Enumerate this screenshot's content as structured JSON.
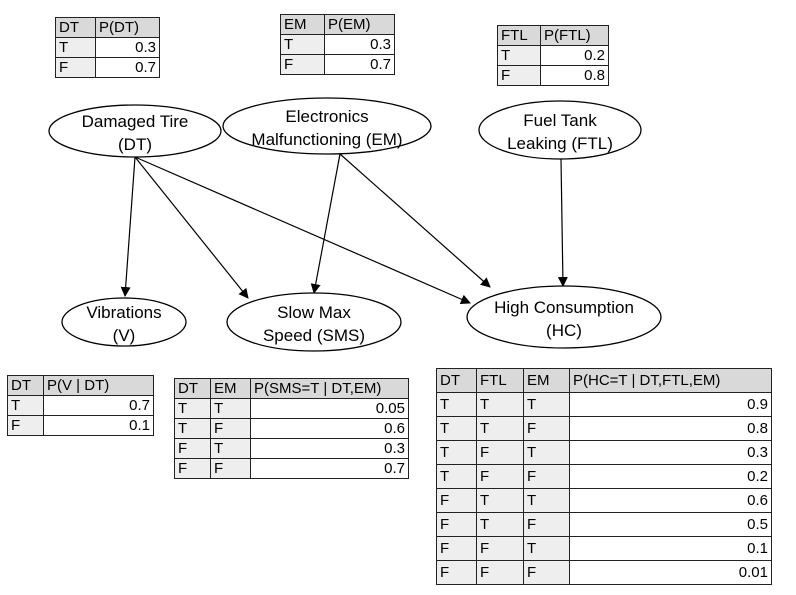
{
  "nodes": {
    "dt": {
      "line1": "Damaged Tire",
      "line2": "(DT)"
    },
    "em": {
      "line1": "Electronics",
      "line2": "Malfunctioning (EM)"
    },
    "ftl": {
      "line1": "Fuel Tank",
      "line2": "Leaking (FTL)"
    },
    "v": {
      "line1": "Vibrations",
      "line2": "(V)"
    },
    "sms": {
      "line1": "Slow Max",
      "line2": "Speed (SMS)"
    },
    "hc": {
      "line1": "High Consumption",
      "line2": "(HC)"
    }
  },
  "edges": [
    {
      "from": "dt",
      "to": "v"
    },
    {
      "from": "dt",
      "to": "sms"
    },
    {
      "from": "dt",
      "to": "hc"
    },
    {
      "from": "em",
      "to": "sms"
    },
    {
      "from": "em",
      "to": "hc"
    },
    {
      "from": "ftl",
      "to": "hc"
    }
  ],
  "tables": {
    "dt": {
      "headers": [
        "DT",
        "P(DT)"
      ],
      "rows": [
        [
          "T",
          "0.3"
        ],
        [
          "F",
          "0.7"
        ]
      ]
    },
    "em": {
      "headers": [
        "EM",
        "P(EM)"
      ],
      "rows": [
        [
          "T",
          "0.3"
        ],
        [
          "F",
          "0.7"
        ]
      ]
    },
    "ftl": {
      "headers": [
        "FTL",
        "P(FTL)"
      ],
      "rows": [
        [
          "T",
          "0.2"
        ],
        [
          "F",
          "0.8"
        ]
      ]
    },
    "v": {
      "headers": [
        "DT",
        "P(V | DT)"
      ],
      "rows": [
        [
          "T",
          "0.7"
        ],
        [
          "F",
          "0.1"
        ]
      ]
    },
    "sms": {
      "headers": [
        "DT",
        "EM",
        "P(SMS=T | DT,EM)"
      ],
      "rows": [
        [
          "T",
          "T",
          "0.05"
        ],
        [
          "T",
          "F",
          "0.6"
        ],
        [
          "F",
          "T",
          "0.3"
        ],
        [
          "F",
          "F",
          "0.7"
        ]
      ]
    },
    "hc": {
      "headers": [
        "DT",
        "FTL",
        "EM",
        "P(HC=T | DT,FTL,EM)"
      ],
      "rows": [
        [
          "T",
          "T",
          "T",
          "0.9"
        ],
        [
          "T",
          "T",
          "F",
          "0.8"
        ],
        [
          "T",
          "F",
          "T",
          "0.3"
        ],
        [
          "T",
          "F",
          "F",
          "0.2"
        ],
        [
          "F",
          "T",
          "T",
          "0.6"
        ],
        [
          "F",
          "T",
          "F",
          "0.5"
        ],
        [
          "F",
          "F",
          "T",
          "0.1"
        ],
        [
          "F",
          "F",
          "F",
          "0.01"
        ]
      ]
    }
  }
}
